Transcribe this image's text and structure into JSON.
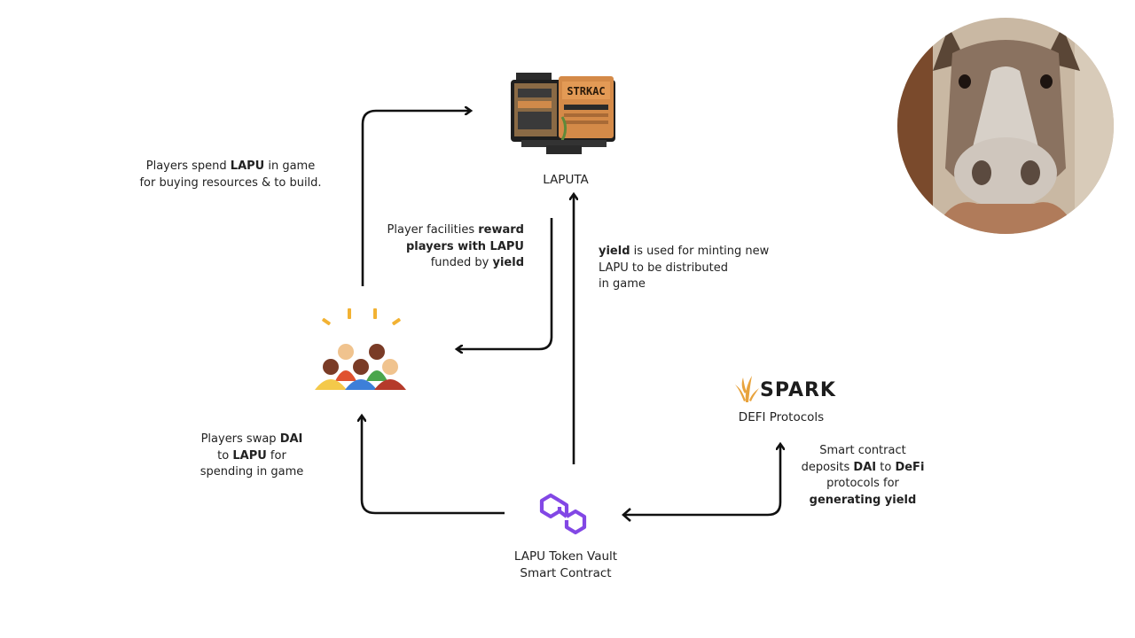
{
  "nodes": {
    "laputa": {
      "label": "LAPUTA",
      "machine_text": "STRKAC",
      "icon": "laputa-machine-icon"
    },
    "players": {
      "icon": "players-group-icon"
    },
    "vault": {
      "label_line1": "LAPU Token Vault",
      "label_line2": "Smart Contract",
      "icon": "polygon-icon"
    },
    "spark": {
      "brand": "SPARK",
      "label": "DEFI Protocols",
      "icon": "spark-logo-icon"
    }
  },
  "annotations": {
    "spend": {
      "l1_pre": "Players spend ",
      "l1_bold": "LAPU",
      "l1_post": " in game",
      "l2": "for buying resources & to build."
    },
    "reward": {
      "l1_pre": "Player facilities ",
      "l1_bold": "reward",
      "l2_bold": "players with LAPU",
      "l3_pre": "funded by ",
      "l3_bold": "yield"
    },
    "yield": {
      "l1_bold": "yield",
      "l1_post": " is used for minting new",
      "l2": "LAPU to be distributed",
      "l3": "in game"
    },
    "swap": {
      "l1_pre": "Players swap ",
      "l1_bold": "DAI",
      "l2_pre": "to ",
      "l2_bold": "LAPU",
      "l2_post": " for",
      "l3": "spending in game"
    },
    "deposit": {
      "l1": "Smart contract",
      "l2_pre": "deposits ",
      "l2_bold1": "DAI",
      "l2_mid": " to ",
      "l2_bold2": "DeFi",
      "l3": "protocols for",
      "l4_bold": "generating yield"
    }
  },
  "colors": {
    "polygon": "#8247e5",
    "spark": "#e8a33d",
    "arrow": "#111111"
  }
}
